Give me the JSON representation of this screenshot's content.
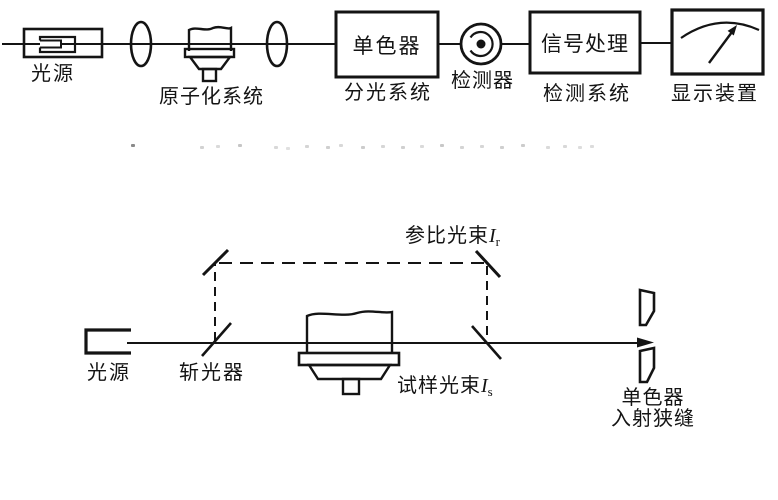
{
  "colors": {
    "ink": "#141414",
    "background": "#ffffff"
  },
  "top_diagram": {
    "light_source": {
      "label": "光源"
    },
    "atomizer": {
      "label": "原子化系统"
    },
    "monochromator": {
      "box_text": "单色器",
      "label": "分光系统"
    },
    "detector": {
      "label": "检测器"
    },
    "signal_processor": {
      "box_text": "信号处理",
      "label": "检测系统"
    },
    "display_device": {
      "label": "显示装置"
    }
  },
  "bottom_diagram": {
    "light_source": {
      "label": "光源"
    },
    "chopper": {
      "label": "斩光器"
    },
    "reference_beam": {
      "label": "参比光束",
      "symbol": "I",
      "subscript": "r"
    },
    "sample_beam": {
      "label": "试样光束",
      "symbol": "I",
      "subscript": "s"
    },
    "entrance_slit": {
      "label_line1": "单色器",
      "label_line2": "入射狭缝"
    }
  }
}
